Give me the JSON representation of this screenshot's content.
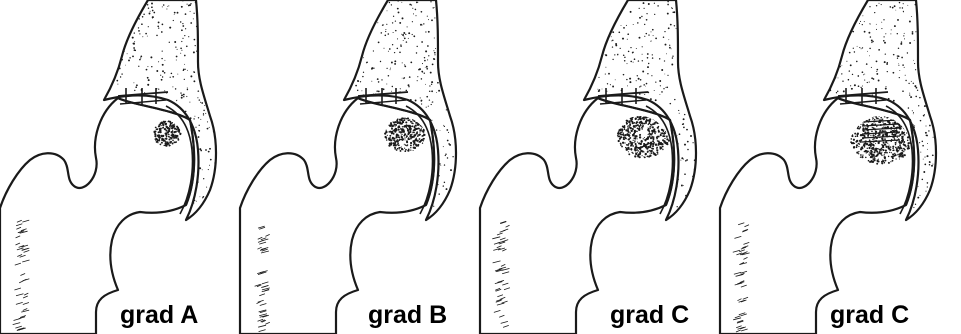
{
  "figure": {
    "panels": [
      {
        "label": "grad A",
        "lesion_level": 0.25
      },
      {
        "label": "grad B",
        "lesion_level": 0.5
      },
      {
        "label": "grad C",
        "lesion_level": 0.75
      },
      {
        "label": "grad C",
        "lesion_level": 1.0
      }
    ]
  },
  "colors": {
    "ink": "#1a1a1a",
    "background": "#ffffff",
    "label": "#000000"
  }
}
